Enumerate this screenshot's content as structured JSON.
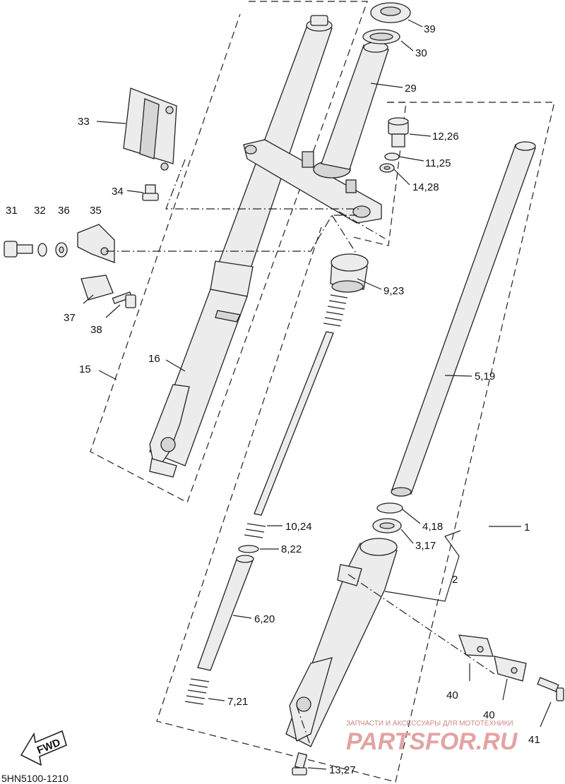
{
  "callouts": {
    "c39": "39",
    "c30": "30",
    "c29": "29",
    "c33": "33",
    "c12_26": "12,26",
    "c11_25": "11,25",
    "c14_28": "14,28",
    "c34": "34",
    "c31": "31",
    "c32": "32",
    "c36": "36",
    "c35": "35",
    "c9_23": "9,23",
    "c37": "37",
    "c38": "38",
    "c16": "16",
    "c15": "15",
    "c5_19": "5,19",
    "c10_24": "10,24",
    "c4_18": "4,18",
    "c1": "1",
    "c8_22": "8,22",
    "c3_17": "3,17",
    "c2": "2",
    "c6_20": "6,20",
    "c40a": "40",
    "c40b": "40",
    "c7_21": "7,21",
    "c41": "41",
    "c13_27": "13,27"
  },
  "fwd_label": "FWD",
  "diagram_code": "5HN5100-1210",
  "watermark": {
    "tagline": "ЗАПЧАСТИ И АКСЕССУАРЫ ДЛЯ МОТОТЕХНИКИ",
    "brand": "PARTSFOR.RU"
  }
}
